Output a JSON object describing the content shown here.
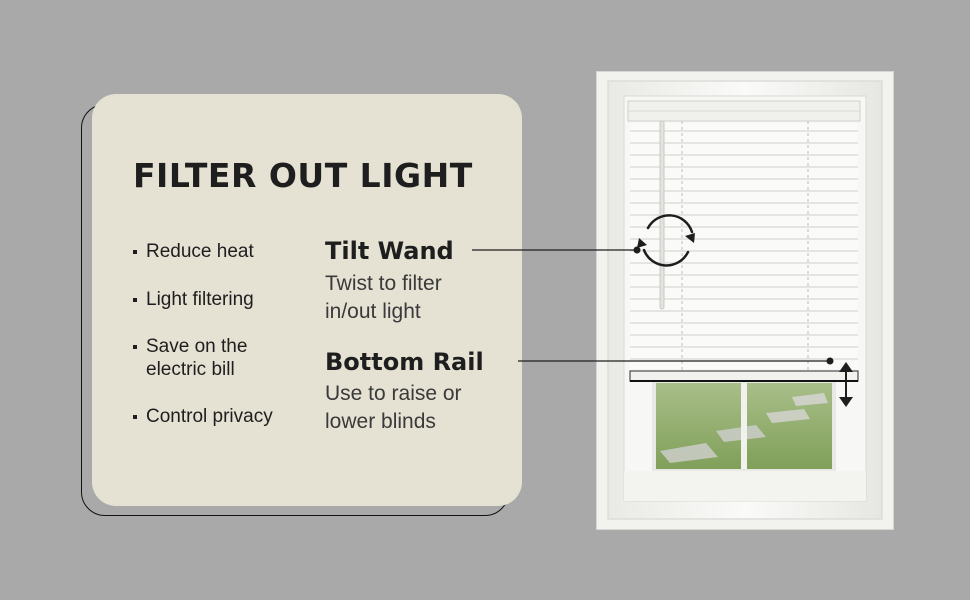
{
  "card": {
    "title": "FILTER OUT LIGHT",
    "bullets": [
      "Reduce heat",
      "Light filtering",
      "Save on the electric bill",
      "Control privacy"
    ]
  },
  "features": {
    "tilt_wand": {
      "title": "Tilt Wand",
      "description": "Twist to filter in/out light"
    },
    "bottom_rail": {
      "title": "Bottom Rail",
      "description": "Use to raise or lower blinds"
    }
  },
  "icons": {
    "bullet": "square-bullet-icon",
    "rotate": "rotate-arrows-icon",
    "updown": "up-down-arrow-icon"
  },
  "colors": {
    "background": "#a9a9a9",
    "card": "#e5e1d3",
    "text": "#1e1e1e",
    "frame": "#f4f4f2",
    "grass": "#8fae6a"
  }
}
